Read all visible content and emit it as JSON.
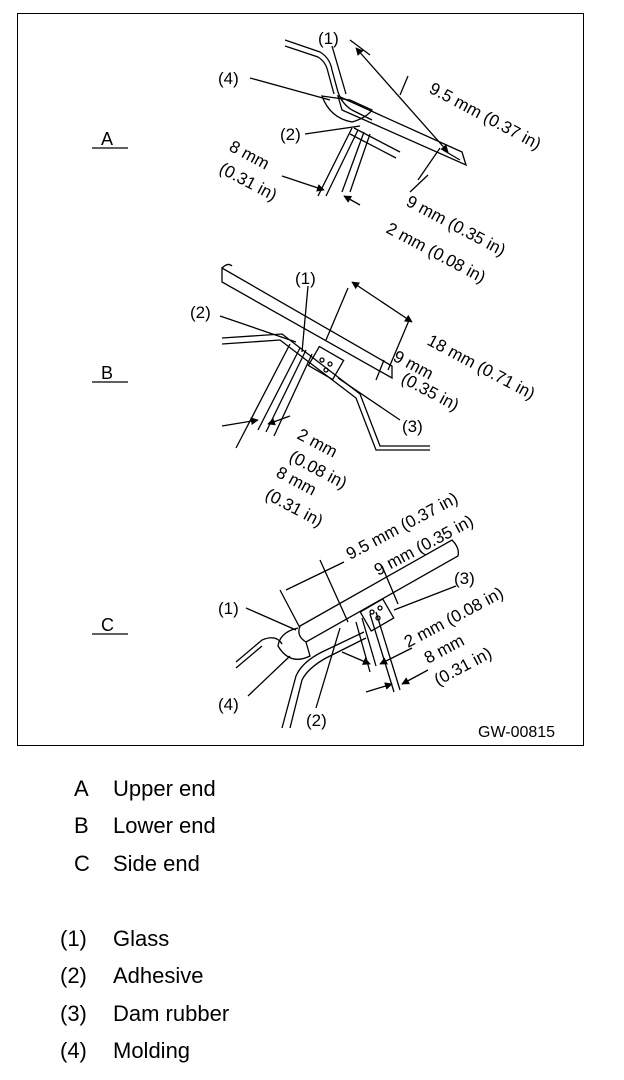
{
  "figure": {
    "code": "GW-00815",
    "views": [
      {
        "letter": "A"
      },
      {
        "letter": "B"
      },
      {
        "letter": "C"
      }
    ],
    "callouts": {
      "glass": "(1)",
      "adhesive": "(2)",
      "dam_rubber": "(3)",
      "molding": "(4)"
    },
    "dimensions": {
      "a_9_5": "9.5 mm (0.37 in)",
      "a_9": "9 mm (0.35 in)",
      "a_2": "2 mm (0.08 in)",
      "a_8_l1": "8 mm",
      "a_8_l2": "(0.31 in)",
      "b_18": "18 mm (0.71 in)",
      "b_9_l1": "9 mm",
      "b_9_l2": "(0.35 in)",
      "b_2_l1": "2 mm",
      "b_2_l2": "(0.08 in)",
      "b_8_l1": "8 mm",
      "b_8_l2": "(0.31 in)",
      "c_9_5": "9.5 mm (0.37 in)",
      "c_9": "9 mm (0.35 in)",
      "c_2": "2 mm (0.08 in)",
      "c_8_l1": "8 mm",
      "c_8_l2": "(0.31 in)"
    }
  },
  "legend": {
    "sections": [
      {
        "key": "A",
        "text": "Upper end"
      },
      {
        "key": "B",
        "text": "Lower end"
      },
      {
        "key": "C",
        "text": "Side end"
      }
    ],
    "parts": [
      {
        "key": "(1)",
        "text": "Glass"
      },
      {
        "key": "(2)",
        "text": "Adhesive"
      },
      {
        "key": "(3)",
        "text": "Dam rubber"
      },
      {
        "key": "(4)",
        "text": "Molding"
      }
    ]
  }
}
